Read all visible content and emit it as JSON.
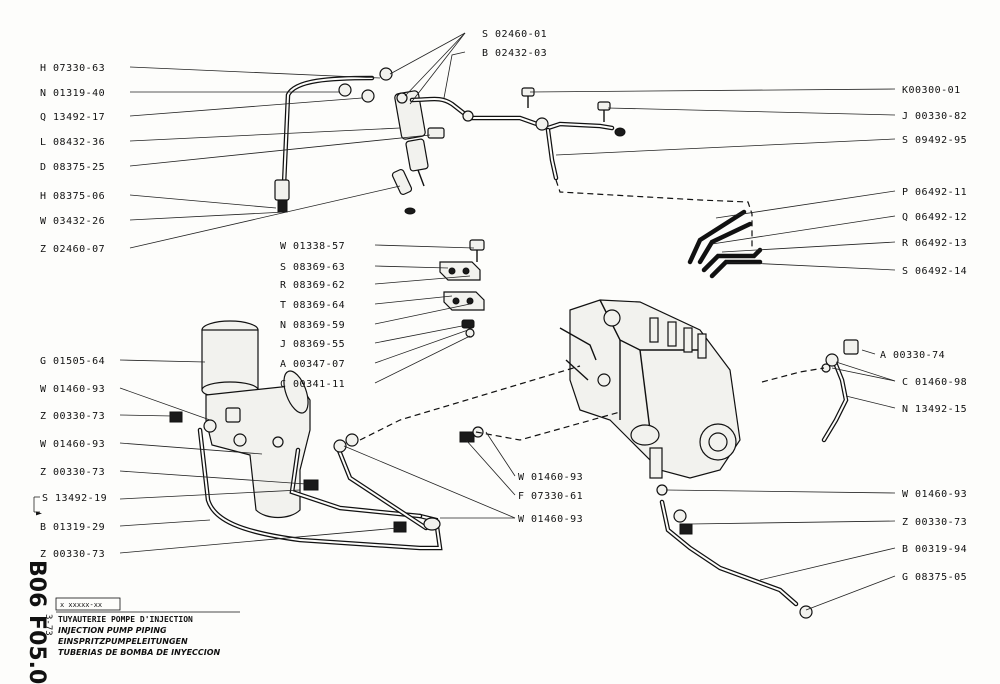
{
  "labels": {
    "h0733063": "H 07330-63",
    "n0131940": "N 01319-40",
    "q1349217": "Q 13492-17",
    "l0843236": "L 08432-36",
    "d0837525": "D 08375-25",
    "h0837506": "H 08375-06",
    "w0343226": "W 03432-26",
    "z0246007": "Z 02460-07",
    "s0246001": "S 02460-01",
    "b0243203": "B 02432-03",
    "k0030001": "K00300-01",
    "j0033082": "J 00330-82",
    "s0949295": "S 09492-95",
    "p0649211": "P 06492-11",
    "q0649212": "Q 06492-12",
    "r0649213": "R 06492-13",
    "s0649214": "S 06492-14",
    "w0133857": "W 01338-57",
    "s0836963": "S 08369-63",
    "r0836962": "R 08369-62",
    "t0836964": "T 08369-64",
    "n0836959": "N 08369-59",
    "j0836955": "J 08369-55",
    "a0034707": "A 00347-07",
    "c0034111": "C 00341-11",
    "g0150564": "G 01505-64",
    "w0146093": "W 01460-93",
    "z0033073": "Z 00330-73",
    "s1349219": "S 13492-19",
    "b0131929_arrow": "►",
    "b0131929": "B 01319-29",
    "f0733061": "F 07330-61",
    "a0033074": "A 00330-74",
    "c0146098": "C 01460-98",
    "n1349215": "N 13492-15",
    "b0031994": "B 00319-94",
    "g0837505": "G 08375-05"
  },
  "title_block": {
    "sheet_code": "B06 F05.0",
    "date": "3-73",
    "reference": "x xxxxx-xx",
    "title_fr": "TUYAUTERIE POMPE D'INJECTION",
    "title_en": "INJECTION PUMP PIPING",
    "title_de": "EINSPRITZPUMPELEITUNGEN",
    "title_es": "TUBERIAS DE BOMBA DE INYECCION"
  }
}
